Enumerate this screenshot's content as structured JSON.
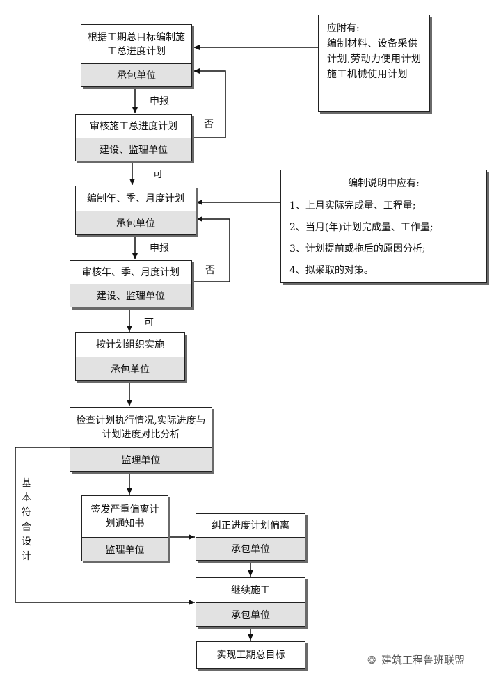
{
  "nodes": {
    "n1": {
      "top": "根据工期总目标编制施工总进度计划",
      "bottom": "承包单位"
    },
    "n2": {
      "top": "审核施工总进度计划",
      "bottom": "建设、监理单位"
    },
    "n3": {
      "top": "编制年、季、月度计划",
      "bottom": "承包单位"
    },
    "n4": {
      "top": "审核年、季、月度计划",
      "bottom": "建设、监理单位"
    },
    "n5": {
      "top": "按计划组织实施",
      "bottom": "承包单位"
    },
    "n6": {
      "top": "检查计划执行情况,实际进度与计划进度对比分析",
      "bottom": "监理单位"
    },
    "n7": {
      "top": "签发严重偏离计划通知书",
      "bottom": "监理单位"
    },
    "n8": {
      "top": "纠正进度计划偏离",
      "bottom": "承包单位"
    },
    "n9": {
      "top": "继续施工",
      "bottom": "承包单位"
    },
    "n10": {
      "top": "实现工期总目标"
    }
  },
  "labels": {
    "report1": "申报",
    "no1": "否",
    "ok1": "可",
    "report2": "申报",
    "no2": "否",
    "ok2": "可",
    "side": "基本符合设计"
  },
  "note1": {
    "title": "应附有:",
    "body": "编制材料、设备采供计划,劳动力使用计划施工机械使用计划"
  },
  "note2": {
    "title": "编制说明中应有:",
    "items": [
      "1、上月实际完成量、工程量;",
      "2、当月(年)计划完成量、工作量;",
      "3、计划提前或拖后的原因分析;",
      "4、拟采取的对策。"
    ]
  },
  "watermark": "建筑工程鲁班联盟"
}
